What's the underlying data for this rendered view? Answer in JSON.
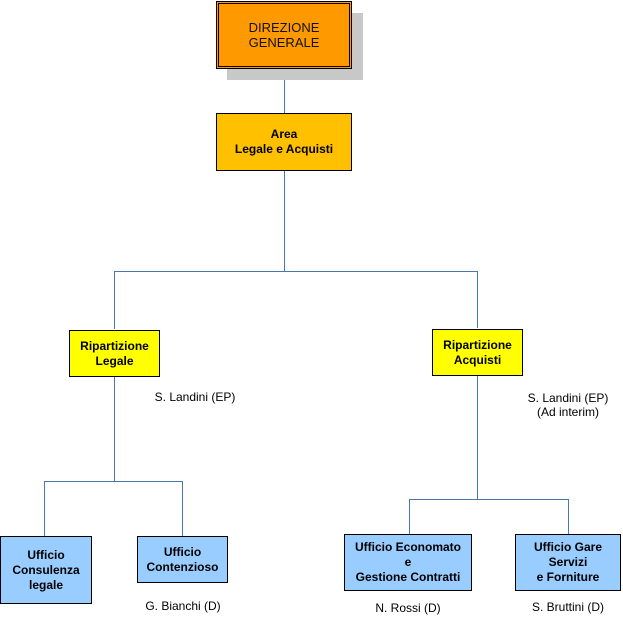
{
  "colors": {
    "direzione": "#ff9900",
    "area": "#ffc000",
    "ripartizione": "#ffff00",
    "ufficio": "#99ccff",
    "connector": "#4a76b0"
  },
  "direzione": {
    "lines": [
      "DIREZIONE",
      "GENERALE"
    ]
  },
  "area": {
    "lines": [
      "Area",
      "Legale e Acquisti"
    ]
  },
  "ripartizioni": [
    {
      "lines": [
        "Ripartizione",
        "Legale"
      ],
      "responsabile": [
        "S. Landini  (EP)"
      ],
      "uffici": [
        {
          "lines": [
            "Ufficio",
            "Consulenza",
            "legale"
          ],
          "responsabile": ""
        },
        {
          "lines": [
            "Ufficio",
            "Contenzioso"
          ],
          "responsabile": "G. Bianchi (D)"
        }
      ]
    },
    {
      "lines": [
        "Ripartizione",
        "Acquisti"
      ],
      "responsabile": [
        "S. Landini  (EP)",
        "(Ad interim)"
      ],
      "uffici": [
        {
          "lines": [
            "Ufficio Economato",
            "e",
            "Gestione Contratti"
          ],
          "responsabile": "N. Rossi  (D)"
        },
        {
          "lines": [
            "Ufficio Gare",
            "Servizi",
            "e Forniture"
          ],
          "responsabile": "S. Bruttini  (D)"
        }
      ]
    }
  ]
}
